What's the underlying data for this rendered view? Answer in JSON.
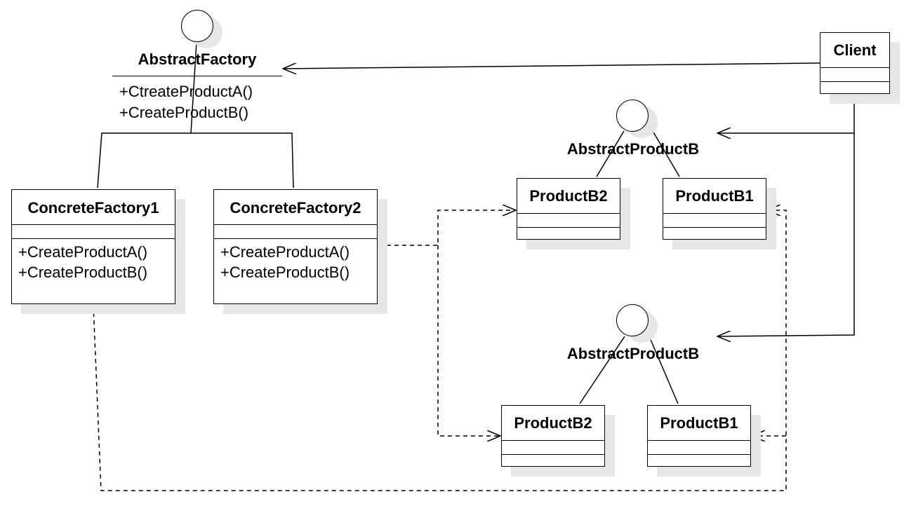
{
  "abstract_factory": {
    "name": "AbstractFactory",
    "ops": [
      "+CtreateProductA()",
      "+CreateProductB()"
    ]
  },
  "client": {
    "name": "Client"
  },
  "concrete_factory_1": {
    "name": "ConcreteFactory1",
    "ops": [
      "+CreateProductA()",
      "+CreateProductB()"
    ]
  },
  "concrete_factory_2": {
    "name": "ConcreteFactory2",
    "ops": [
      "+CreateProductA()",
      "+CreateProductB()"
    ]
  },
  "interface_top": {
    "name": "AbstractProductB",
    "left_product": "ProductB2",
    "right_product": "ProductB1"
  },
  "interface_bottom": {
    "name": "AbstractProductB",
    "left_product": "ProductB2",
    "right_product": "ProductB1"
  }
}
